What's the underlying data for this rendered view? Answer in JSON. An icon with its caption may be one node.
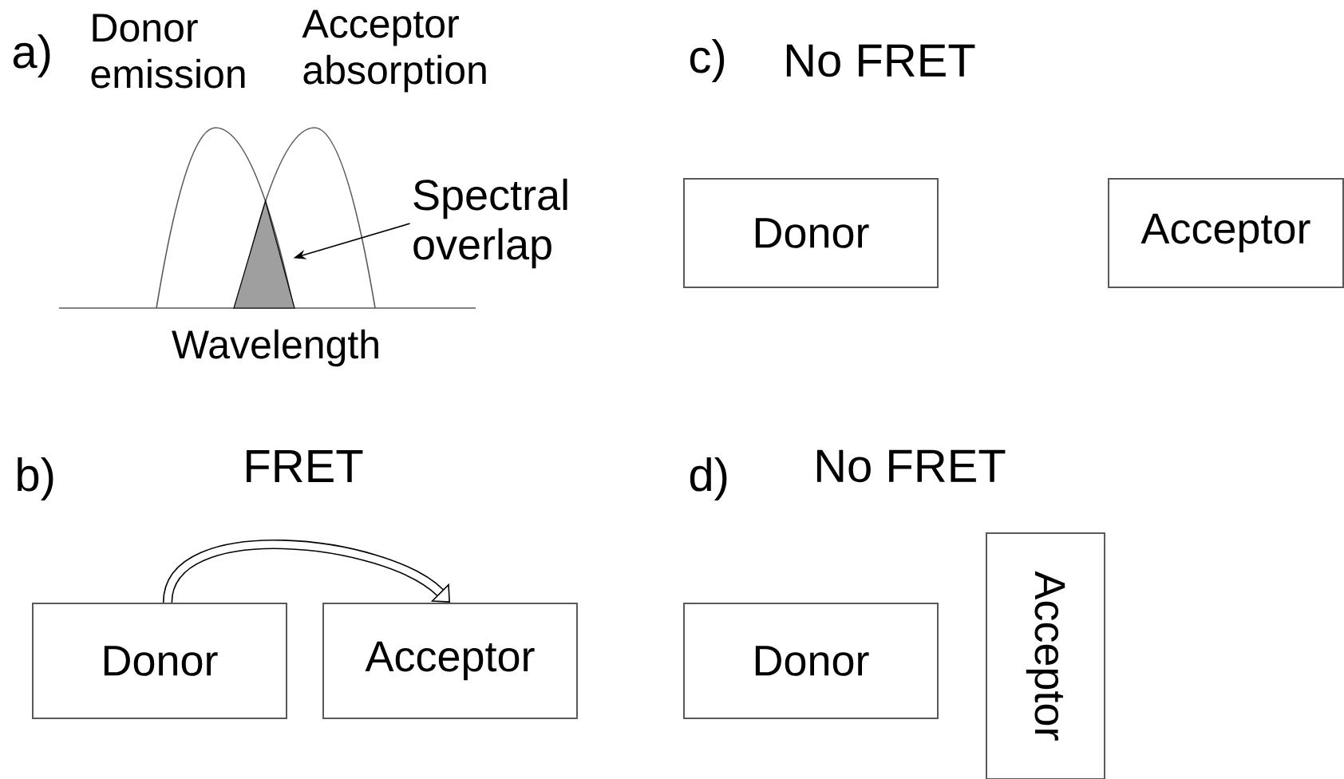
{
  "diagram": {
    "nodes": [
      {
        "text": [
          "Spectral overlap"
        ]
      },
      {
        "text": [],
        "shape": "triangle"
      },
      {
        "text": [
          "Donor"
        ]
      },
      {
        "text": [
          "Acceptor"
        ]
      },
      {
        "text": [
          "Donor"
        ]
      },
      {
        "text": [
          "Acceptor"
        ]
      },
      {
        "text": [
          "Donor"
        ]
      },
      {
        "text": [
          "Acceptor"
        ]
      }
    ],
    "edges": [
      {
        "from": 0,
        "to": 1,
        "arrow": "to"
      },
      {
        "from": 2,
        "to": 3,
        "arrow": "to",
        "style": "thick"
      }
    ],
    "labels": [
      "a)",
      "Donor emission",
      "Acceptor absorption",
      "c)",
      "No FRET",
      "Wavelength",
      "b)",
      "FRET",
      "d)",
      "No FRET"
    ]
  }
}
